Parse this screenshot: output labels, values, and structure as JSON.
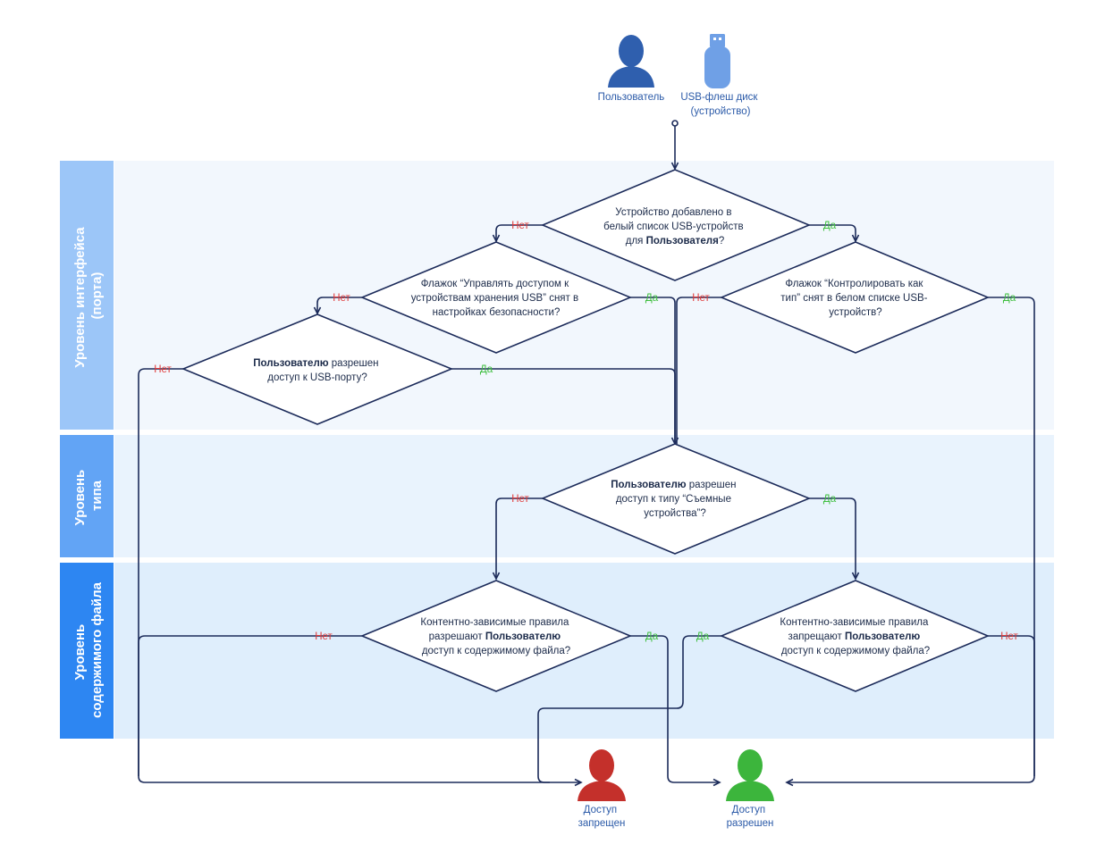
{
  "actors": {
    "user": "Пользователь",
    "usb_line1": "USB-флеш диск",
    "usb_line2": "(устройство)",
    "denied_line1": "Доступ",
    "denied_line2": "запрещен",
    "allowed_line1": "Доступ",
    "allowed_line2": "разрешен"
  },
  "lanes": {
    "interface_line1": "Уровень интерфейса",
    "interface_line2": "(порта)",
    "type_line1": "Уровень",
    "type_line2": "типа",
    "content_line1": "Уровень",
    "content_line2": "содержимого файла"
  },
  "decisions": {
    "d1": {
      "l1": "Устройство добавлено в",
      "l2": "белый список USB-устройств",
      "l3a": "для ",
      "l3b": "Пользователя",
      "l3c": "?"
    },
    "d2": {
      "l1": "Флажок “Управлять доступом к",
      "l2": "устройствам хранения USB” снят в",
      "l3": "настройках безопасности?"
    },
    "d3": {
      "l1": "Флажок “Контролировать как",
      "l2": "тип” снят в белом списке USB-",
      "l3": "устройств?"
    },
    "d4": {
      "l1a": "Пользователю",
      "l1b": " разрешен",
      "l2": "доступ к USB-порту?"
    },
    "d5": {
      "l1a": "Пользователю",
      "l1b": " разрешен",
      "l2": "доступ к типу “Съемные",
      "l3": "устройства”?"
    },
    "d6": {
      "l1": "Контентно-зависимые правила",
      "l2a": "разрешают ",
      "l2b": "Пользователю",
      "l3": "доступ к содержимому файла?"
    },
    "d7": {
      "l1": "Контентно-зависимые правила",
      "l2a": "запрещают ",
      "l2b": "Пользователю",
      "l3": "доступ к содержимому файла?"
    }
  },
  "labels": {
    "yes": "Да",
    "no": "Нет"
  },
  "colors": {
    "lane_interface": "#9cc6f8",
    "lane_type": "#62a4f5",
    "lane_content": "#2d86f2",
    "band_interface": "#f2f7fd",
    "band_type": "#e9f3fd",
    "band_content": "#dfeefc",
    "line": "#1c2b5a",
    "user_icon": "#2f5fae",
    "usb_icon": "#6fa0e6",
    "denied_icon": "#c4302b",
    "allowed_icon": "#3cb53c"
  }
}
